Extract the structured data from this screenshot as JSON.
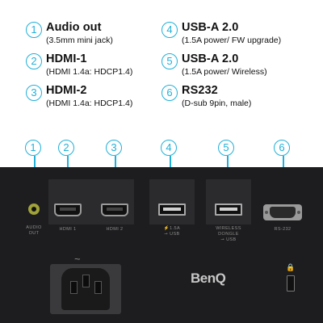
{
  "legend": [
    {
      "num": "1",
      "title": "Audio out",
      "sub": "(3.5mm mini jack)"
    },
    {
      "num": "2",
      "title": "HDMI-1",
      "sub": "(HDMI 1.4a: HDCP1.4)"
    },
    {
      "num": "3",
      "title": "HDMI-2",
      "sub": "(HDMI 1.4a: HDCP1.4)"
    },
    {
      "num": "4",
      "title": "USB-A 2.0",
      "sub": "(1.5A power/ FW upgrade)"
    },
    {
      "num": "5",
      "title": "USB-A 2.0",
      "sub": "(1.5A power/ Wireless)"
    },
    {
      "num": "6",
      "title": "RS232",
      "sub": "(D-sub 9pin, male)"
    }
  ],
  "callouts": [
    "1",
    "2",
    "3",
    "4",
    "5",
    "6"
  ],
  "ports": {
    "audio_line1": "AUDIO",
    "audio_line2": "OUT",
    "hdmi1": "HDMI 1",
    "hdmi2": "HDMI 2",
    "usb1_line1": "⚡1.5A",
    "usb1_line2": "⭢ USB",
    "usb2_line1": "WIRELESS",
    "usb2_line2": "DONGLE",
    "usb2_line3": "⭢ USB",
    "rs232": "RS-232"
  },
  "panel": {
    "brand": "BenQ",
    "ac_symbol": "~",
    "lock_symbol": "🔒"
  },
  "colors": {
    "accent": "#21b0d8",
    "panel": "#1d1d1f",
    "text": "#111111"
  },
  "icons": [
    "audio-jack-icon",
    "hdmi-port-icon",
    "usb-port-icon",
    "rs232-port-icon",
    "power-inlet-icon",
    "kensington-lock-icon"
  ]
}
